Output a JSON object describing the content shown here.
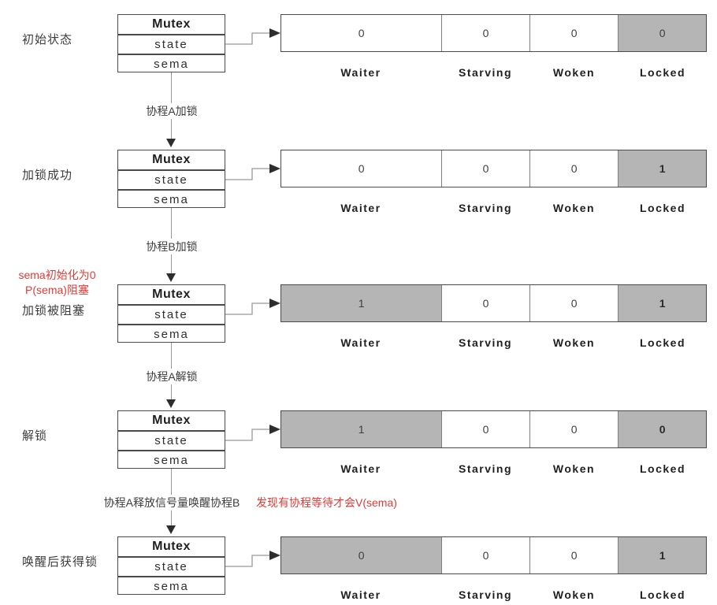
{
  "diagram_title": "Mutex state transitions",
  "colors": {
    "cell_gray": "#b5b5b5",
    "annotation_red": "#e53935",
    "line_gray": "#999999",
    "border_dark": "#4a4a4a"
  },
  "mutex": {
    "title": "Mutex",
    "fields": [
      "state",
      "sema"
    ]
  },
  "columns": [
    "Waiter",
    "Starving",
    "Woken",
    "Locked"
  ],
  "rows": [
    {
      "label": "初始状态",
      "notes": [],
      "cells": [
        {
          "value": "0",
          "gray": false,
          "bold": false
        },
        {
          "value": "0",
          "gray": false,
          "bold": false
        },
        {
          "value": "0",
          "gray": false,
          "bold": false
        },
        {
          "value": "0",
          "gray": true,
          "bold": false
        }
      ]
    },
    {
      "label": "加锁成功",
      "notes": [],
      "cells": [
        {
          "value": "0",
          "gray": false,
          "bold": false
        },
        {
          "value": "0",
          "gray": false,
          "bold": false
        },
        {
          "value": "0",
          "gray": false,
          "bold": false
        },
        {
          "value": "1",
          "gray": true,
          "bold": true
        }
      ]
    },
    {
      "label": "加锁被阻塞",
      "notes": [
        "sema初始化为0",
        "P(sema)阻塞"
      ],
      "cells": [
        {
          "value": "1",
          "gray": true,
          "bold": false
        },
        {
          "value": "0",
          "gray": false,
          "bold": false
        },
        {
          "value": "0",
          "gray": false,
          "bold": false
        },
        {
          "value": "1",
          "gray": true,
          "bold": true
        }
      ]
    },
    {
      "label": "解锁",
      "notes": [],
      "cells": [
        {
          "value": "1",
          "gray": true,
          "bold": false
        },
        {
          "value": "0",
          "gray": false,
          "bold": false
        },
        {
          "value": "0",
          "gray": false,
          "bold": false
        },
        {
          "value": "0",
          "gray": true,
          "bold": true
        }
      ]
    },
    {
      "label": "唤醒后获得锁",
      "notes": [],
      "cells": [
        {
          "value": "0",
          "gray": true,
          "bold": false
        },
        {
          "value": "0",
          "gray": false,
          "bold": false
        },
        {
          "value": "0",
          "gray": false,
          "bold": false
        },
        {
          "value": "1",
          "gray": true,
          "bold": true
        }
      ]
    }
  ],
  "transitions": [
    {
      "label": "协程A加锁",
      "note": ""
    },
    {
      "label": "协程B加锁",
      "note": ""
    },
    {
      "label": "协程A解锁",
      "note": ""
    },
    {
      "label": "协程A释放信号量唤醒协程B",
      "note": "发现有协程等待才会V(sema)"
    }
  ]
}
